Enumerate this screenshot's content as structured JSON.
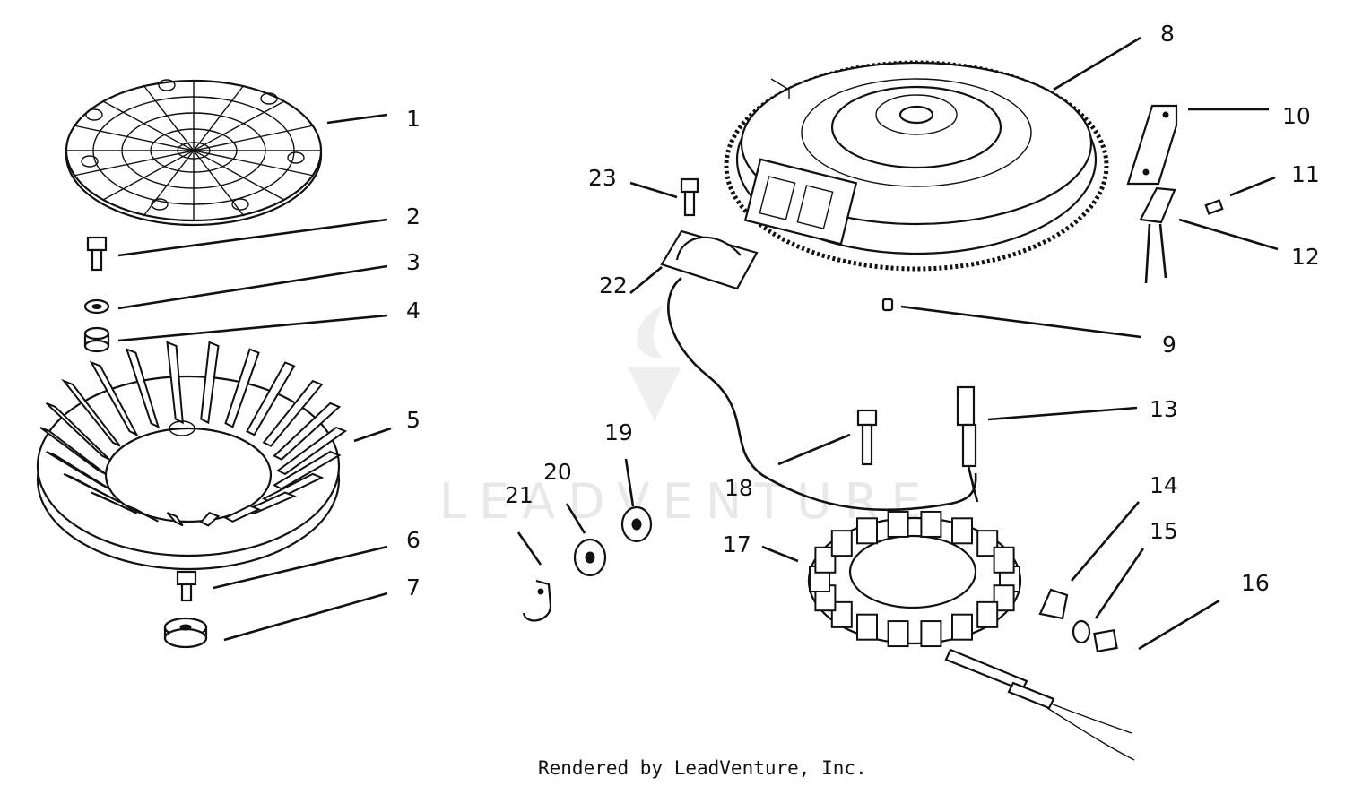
{
  "watermark": {
    "text": "LEADVENTURE"
  },
  "footer": {
    "text": "Rendered by LeadVenture, Inc."
  },
  "callouts": [
    {
      "label": "1",
      "part": "blower-screen"
    },
    {
      "label": "2",
      "part": "screw"
    },
    {
      "label": "3",
      "part": "washer"
    },
    {
      "label": "4",
      "part": "spacer"
    },
    {
      "label": "5",
      "part": "fan"
    },
    {
      "label": "6",
      "part": "screw"
    },
    {
      "label": "7",
      "part": "washer"
    },
    {
      "label": "8",
      "part": "flywheel"
    },
    {
      "label": "9",
      "part": "key"
    },
    {
      "label": "10",
      "part": "bracket"
    },
    {
      "label": "11",
      "part": "screw"
    },
    {
      "label": "12",
      "part": "rectifier"
    },
    {
      "label": "13",
      "part": "spark-plug-boot"
    },
    {
      "label": "14",
      "part": "clip"
    },
    {
      "label": "15",
      "part": "screw"
    },
    {
      "label": "16",
      "part": "screw"
    },
    {
      "label": "17",
      "part": "stator"
    },
    {
      "label": "18",
      "part": "screw"
    },
    {
      "label": "19",
      "part": "washer"
    },
    {
      "label": "20",
      "part": "washer"
    },
    {
      "label": "21",
      "part": "clip"
    },
    {
      "label": "22",
      "part": "ignition-module"
    },
    {
      "label": "23",
      "part": "screw"
    }
  ]
}
